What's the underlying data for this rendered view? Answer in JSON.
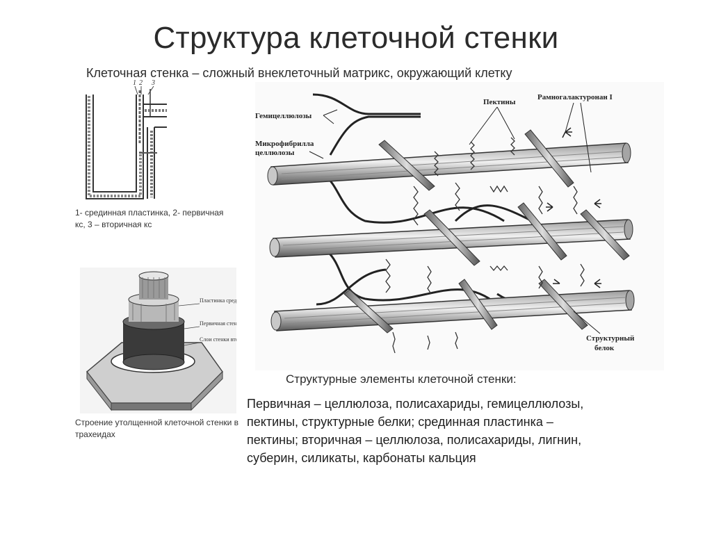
{
  "title": "Структура клеточной стенки",
  "subtitle": "Клеточная стенка – сложный внеклеточный матрикс, окружающий клетку",
  "left_top_figure": {
    "markers": [
      "1",
      "2",
      "3"
    ],
    "caption": "1- срединная пластинка, 2- первичная кс, 3 – вторичная кс"
  },
  "left_bottom_figure": {
    "labels": [
      "Пластинка срединная",
      "Первичная стенка",
      "Слои стенки вторичной"
    ],
    "caption": "Строение утолщенной клеточной стенки в трахеидах"
  },
  "main_diagram": {
    "labels": {
      "hemicellulose": "Гемицеллюлозы",
      "microfibril_line1": "Микрофибрилла",
      "microfibril_line2": "целлюлозы",
      "pectins": "Пектины",
      "rhamnogalacturonan": "Рамногалактуронан I",
      "structural_protein_line1": "Структурный",
      "structural_protein_line2": "белок"
    }
  },
  "structural_elements_heading": "Структурные элементы клеточной стенки:",
  "body_lines": [
    "Первичная – целлюлоза, полисахариды, гемицеллюлозы,",
    "пектины, структурные белки; срединная пластинка –",
    "пектины; вторичная – целлюлоза, полисахариды, лигнин,",
    "суберин, силикаты, карбонаты кальция"
  ]
}
